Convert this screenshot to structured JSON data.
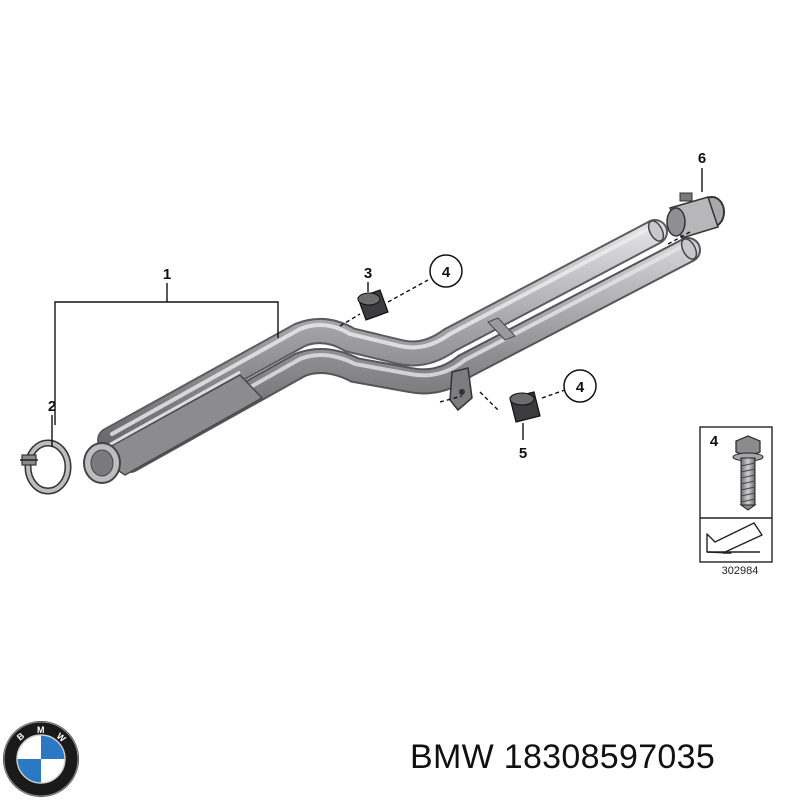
{
  "callouts": {
    "c1": "1",
    "c2": "2",
    "c3": "3",
    "c4a": "4",
    "c4b": "4",
    "c5": "5",
    "c6": "6",
    "bolt_inset": "4"
  },
  "reference_code": "302984",
  "brand": "BMW",
  "part_number": "18308597035",
  "logo": {
    "letters": [
      "B",
      "M",
      "W"
    ],
    "colors": {
      "ring": "#1a1a1a",
      "blue": "#2b78c4",
      "white": "#ffffff"
    }
  },
  "icons": {
    "pipe": "exhaust-pipe-icon",
    "clamp": "pipe-clamp-icon",
    "mount": "rubber-mount-icon",
    "bolt": "hex-bolt-icon",
    "arrow": "install-arrow-icon"
  },
  "colors": {
    "metal_dark": "#6e6e70",
    "metal_mid": "#9a9a9c",
    "metal_light": "#d4d4d6",
    "line": "#111111"
  }
}
